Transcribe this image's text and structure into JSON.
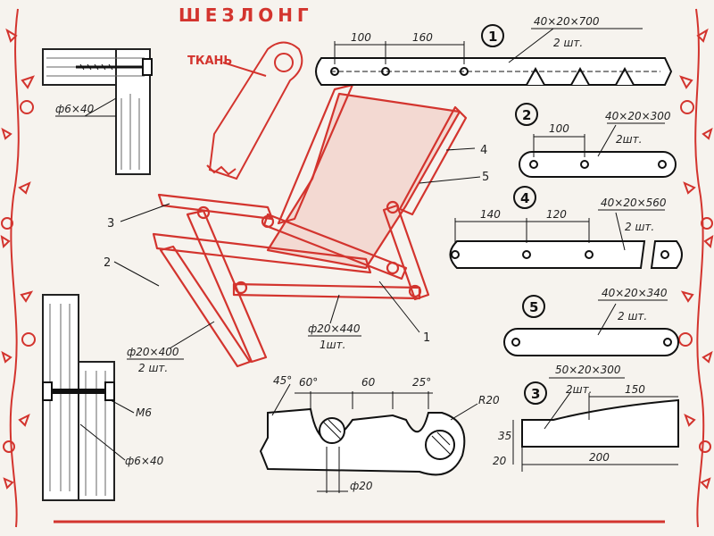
{
  "title": "ШЕЗЛОНГ",
  "fabric_label": "ТКАНЬ",
  "details": {
    "screw": {
      "size": "ф6×40"
    },
    "bolt": {
      "thread": "M6",
      "size": "ф6×40"
    }
  },
  "chair_callouts": {
    "n1": "1",
    "n2": "2",
    "n3": "3",
    "n4": "4",
    "n5": "5",
    "rod_a": {
      "size": "ф20×440",
      "qty": "1шт."
    },
    "rod_b": {
      "size": "ф20×400",
      "qty": "2 шт."
    }
  },
  "parts": {
    "p1": {
      "num": "1",
      "size": "40×20×700",
      "qty": "2 шт.",
      "dim_a": "100",
      "dim_b": "160"
    },
    "p2": {
      "num": "2",
      "size": "40×20×300",
      "qty": "2шт.",
      "dim_a": "100"
    },
    "p4": {
      "num": "4",
      "size": "40×20×560",
      "qty": "2 шт.",
      "dim_a": "140",
      "dim_b": "120"
    },
    "p5": {
      "num": "5",
      "size": "40×20×340",
      "qty": "2 шт."
    },
    "p3": {
      "num": "3",
      "size": "50×20×300",
      "qty": "2шт.",
      "dim_top": "150",
      "dim_bottom": "200",
      "dim_h": "35",
      "dim_w": "20"
    }
  },
  "notch_detail": {
    "angle": "45°",
    "d1": "60°",
    "d2": "60",
    "d3": "25°",
    "radius": "R20",
    "dia": "ф20"
  }
}
